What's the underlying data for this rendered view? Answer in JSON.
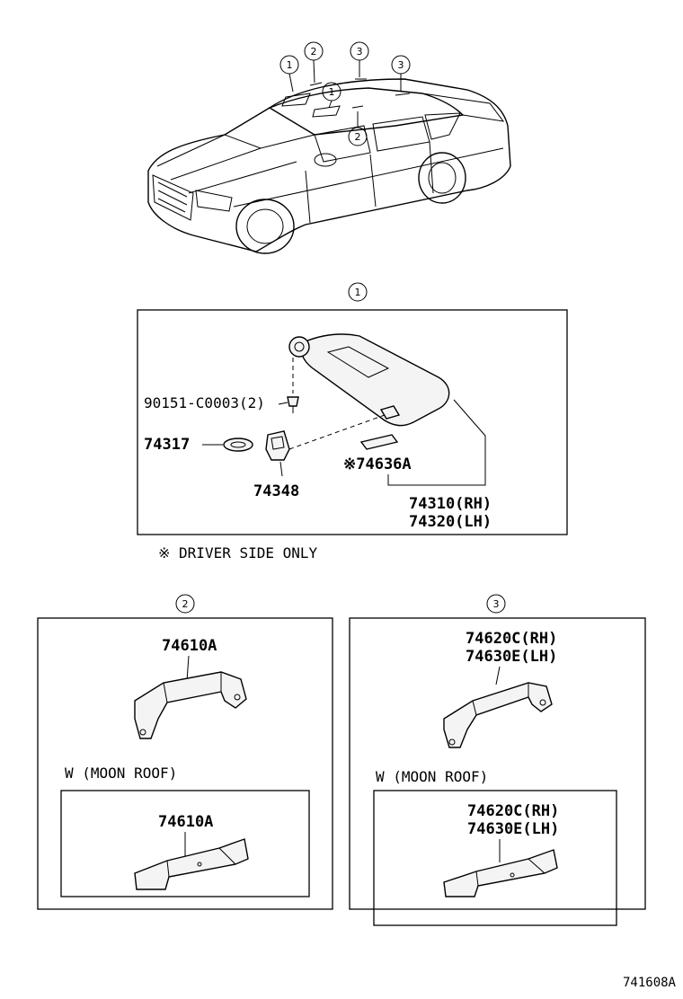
{
  "callouts": {
    "one": "1",
    "two": "2",
    "three": "3"
  },
  "sun_visor_panel": {
    "screw_label": "90151-C0003(2)",
    "clip_label": "74317",
    "holder_label": "74348",
    "mirror_cover_label": "※74636A",
    "visor_rh_label": "74310(RH)",
    "visor_lh_label": "74320(LH)",
    "footnote": "※ DRIVER SIDE ONLY"
  },
  "grip_panel_2": {
    "part_label": "74610A",
    "moon_roof_label": "W  (MOON ROOF)",
    "moon_roof_part_label": "74610A"
  },
  "grip_panel_3": {
    "part_rh_label": "74620C(RH)",
    "part_lh_label": "74630E(LH)",
    "moon_roof_label": "W  (MOON ROOF)",
    "moon_roof_part_rh_label": "74620C(RH)",
    "moon_roof_part_lh_label": "74630E(LH)"
  },
  "figure_id": "741608A"
}
